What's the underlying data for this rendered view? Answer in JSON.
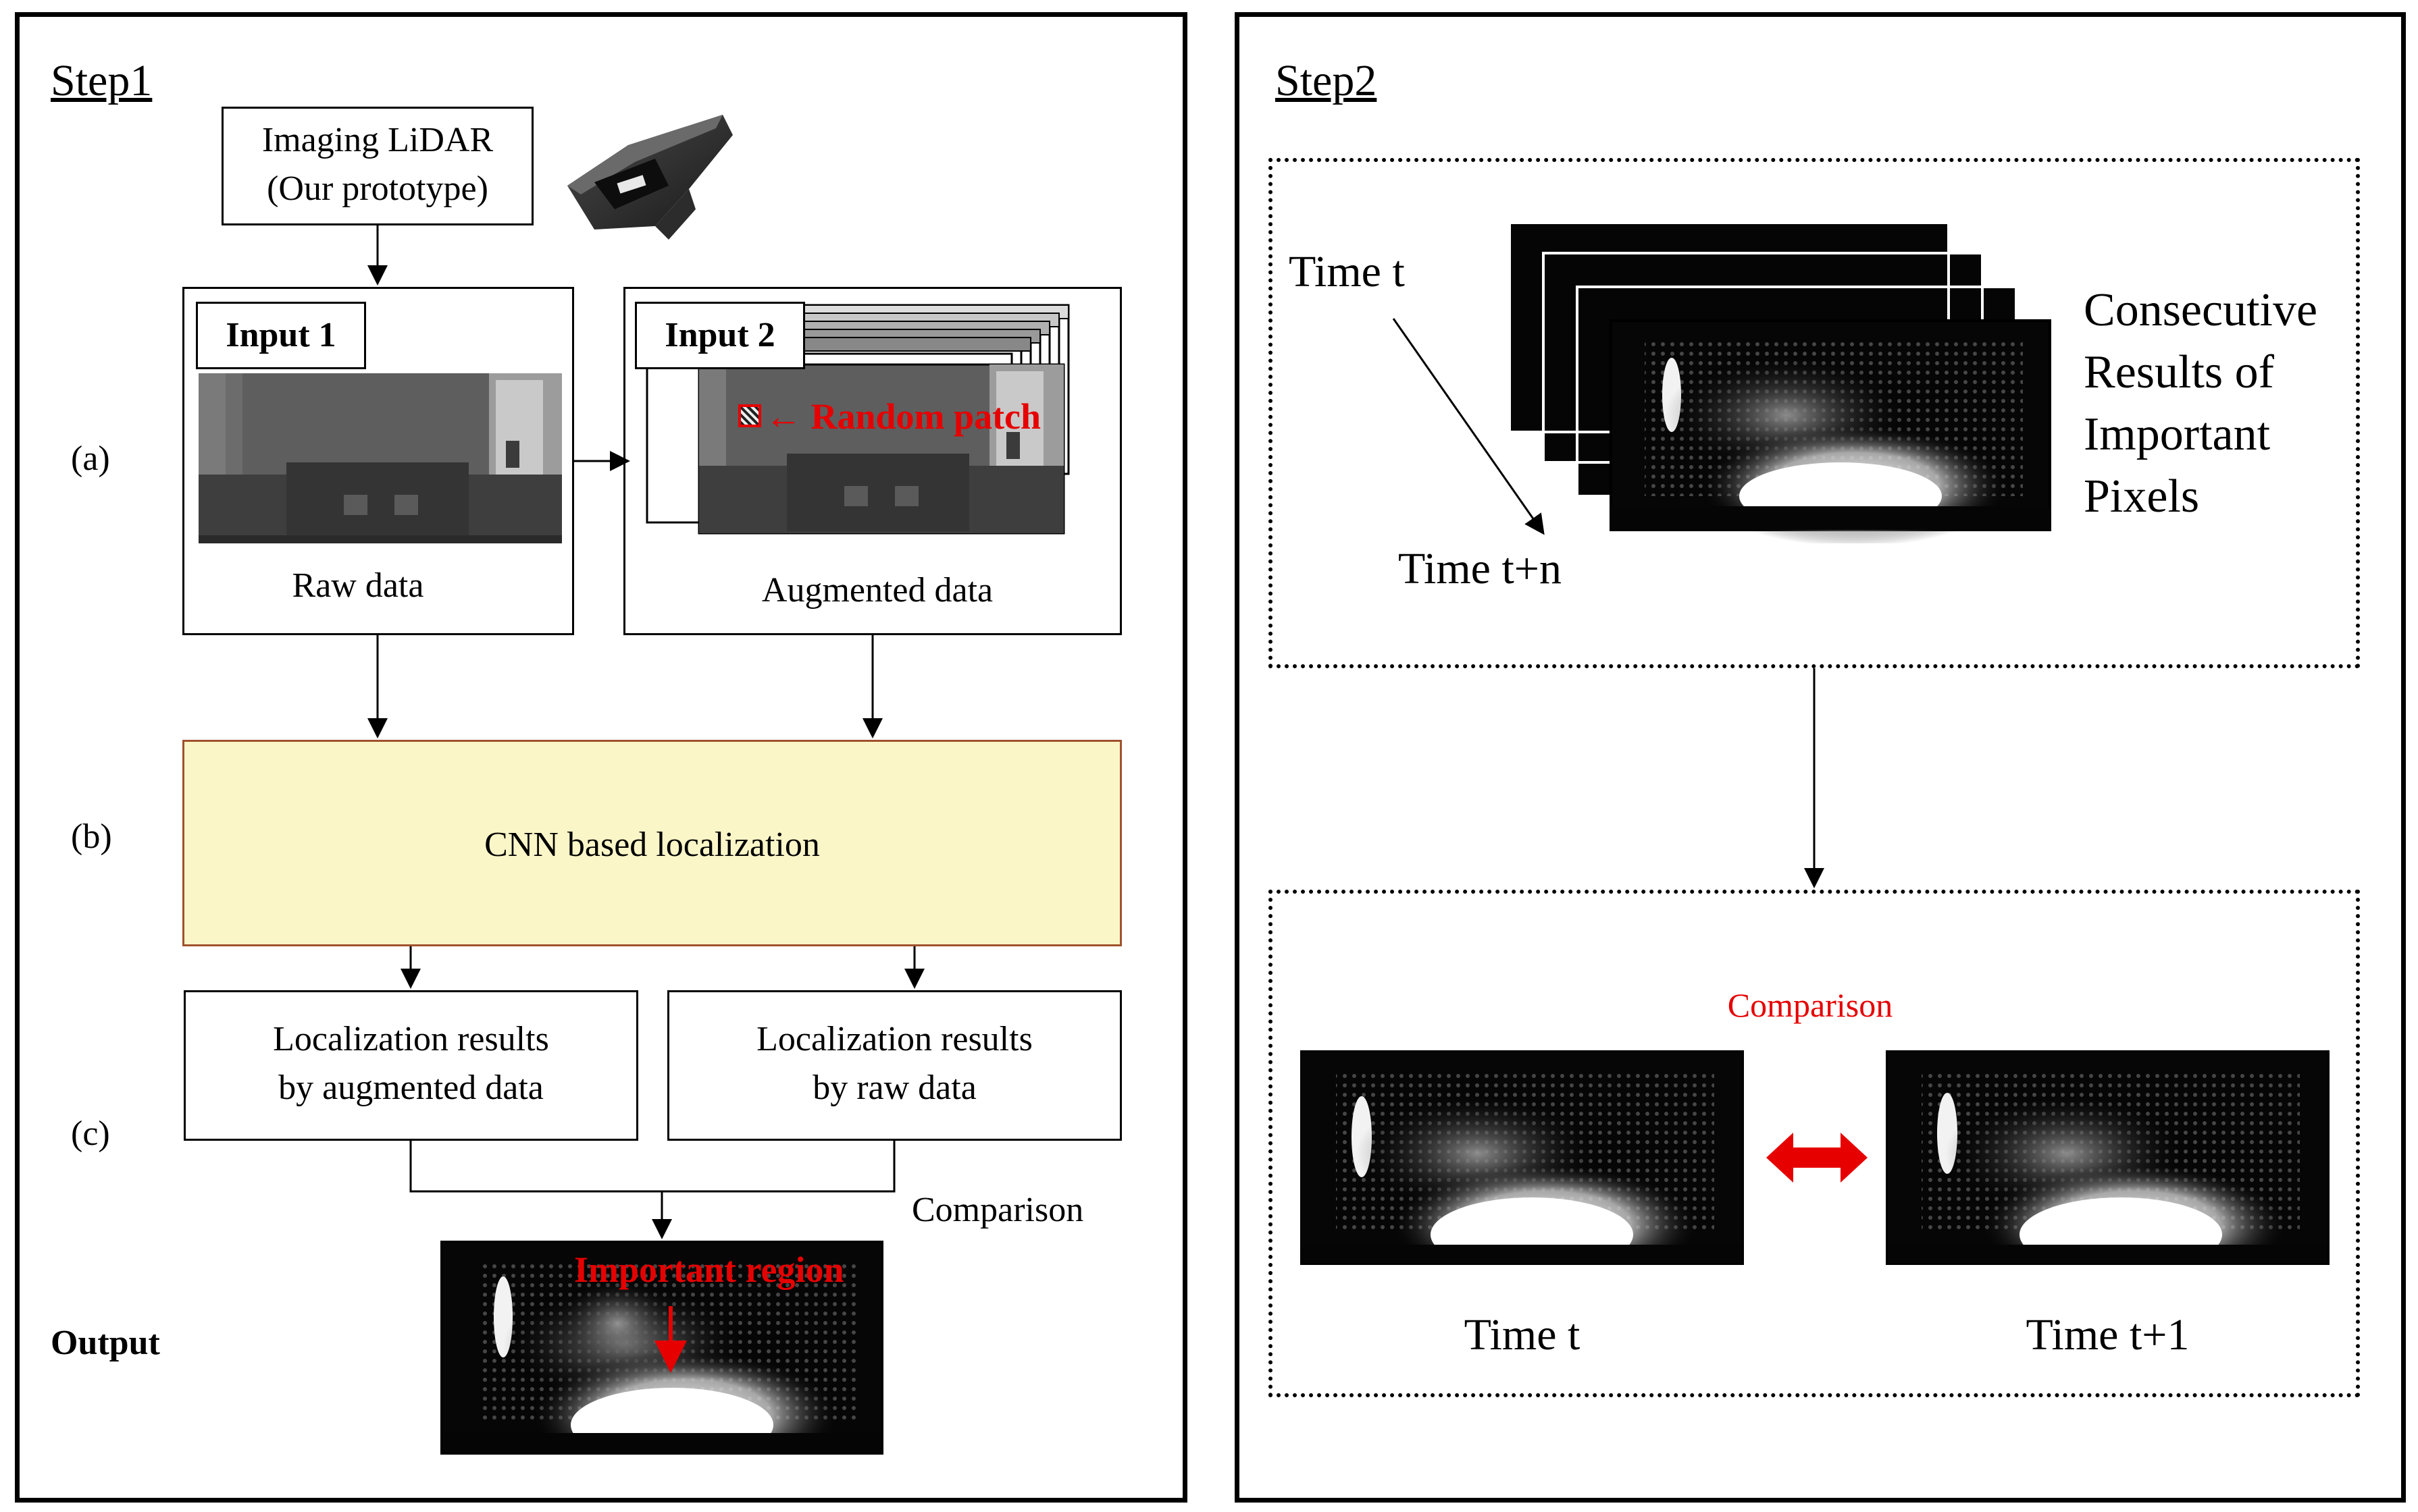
{
  "step1": {
    "title": "Step1",
    "lidar_label_line1": "Imaging LiDAR",
    "lidar_label_line2": "(Our prototype)",
    "input1_title": "Input 1",
    "input1_caption": "Raw data",
    "input2_title": "Input 2",
    "input2_caption": "Augmented data",
    "random_patch_label": "← Random patch",
    "row_a": "(a)",
    "row_b": "(b)",
    "row_c": "(c)",
    "cnn_label": "CNN based localization",
    "result_aug_line1": "Localization results",
    "result_aug_line2": "by augmented data",
    "result_raw_line1": "Localization results",
    "result_raw_line2": "by raw data",
    "comparison_label": "Comparison",
    "output_label": "Output",
    "important_region_label": "Important region"
  },
  "step2": {
    "title": "Step2",
    "time_t": "Time t",
    "time_tn": "Time t+n",
    "consecutive_line1": "Consecutive",
    "consecutive_line2": "Results of",
    "consecutive_line3": "Important",
    "consecutive_line4": "Pixels",
    "comparison_label": "Comparison",
    "bottom_time_t": "Time t",
    "bottom_time_t1": "Time t+1"
  },
  "colors": {
    "accent_red": "#e60000",
    "cnn_fill": "#fbf6c8",
    "cnn_border": "#a0522d"
  }
}
